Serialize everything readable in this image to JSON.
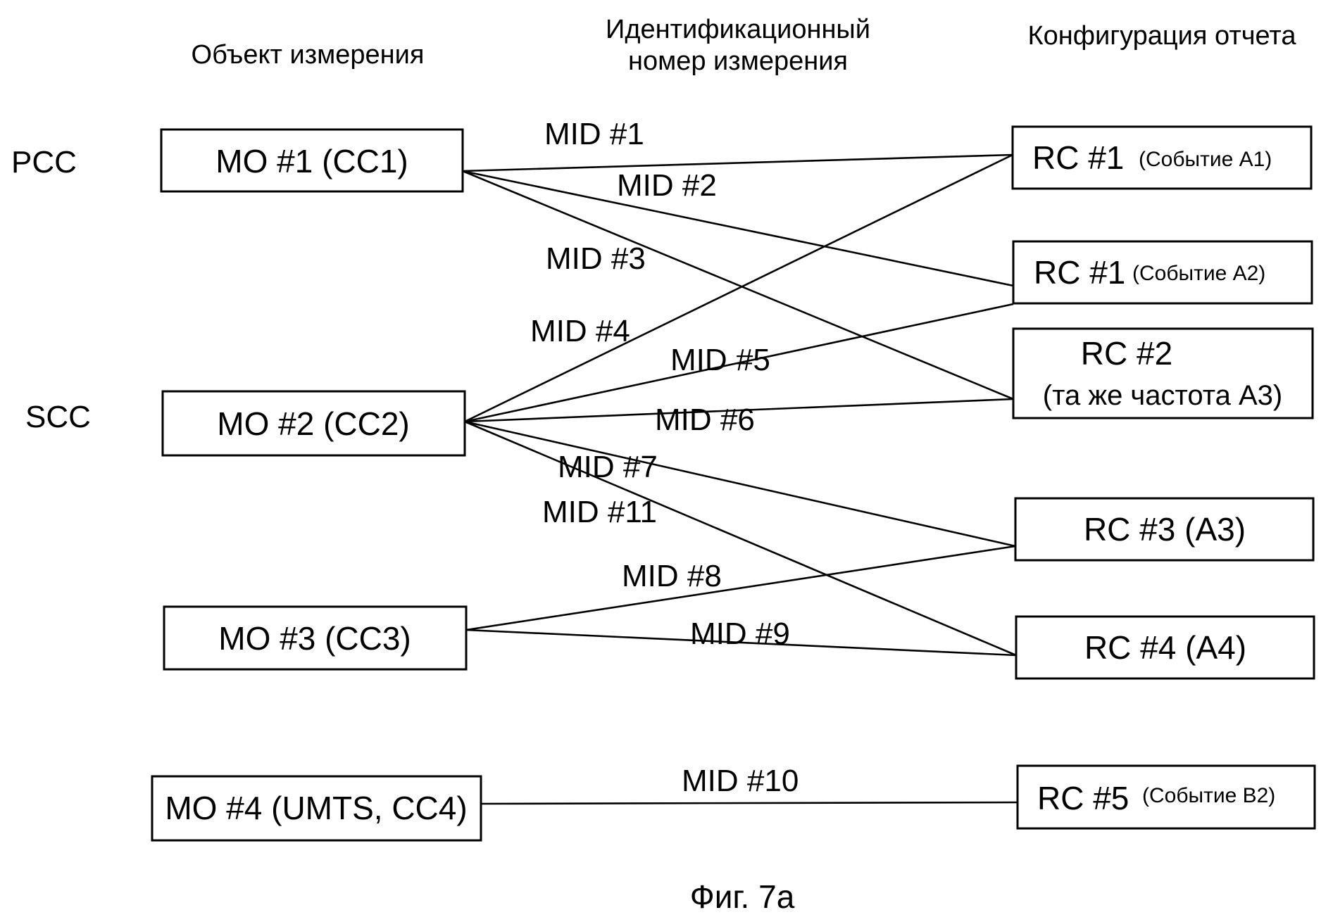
{
  "headers": {
    "measurement_object": "Объект измерения",
    "measurement_id_line1": "Идентификационный",
    "measurement_id_line2": "номер измерения",
    "report_config": "Конфигурация отчета"
  },
  "side_labels": {
    "pcc": "PCC",
    "scc": "SCC"
  },
  "measurement_objects": [
    {
      "id": "mo1",
      "label": "MO #1 (CC1)"
    },
    {
      "id": "mo2",
      "label": "MO #2 (CC2)"
    },
    {
      "id": "mo3",
      "label": "MO #3 (CC3)"
    },
    {
      "id": "mo4",
      "label": "MO #4 (UMTS, CC4)"
    }
  ],
  "report_configs": [
    {
      "id": "rc1a1",
      "label": "RC #1",
      "sub": "(Событие A1)"
    },
    {
      "id": "rc1a2",
      "label": "RC #1",
      "sub": "(Событие A2)"
    },
    {
      "id": "rc2",
      "label": "RC #2",
      "sub": "(та же частота A3)"
    },
    {
      "id": "rc3",
      "label": "RC #3 (A3)",
      "sub": ""
    },
    {
      "id": "rc4",
      "label": "RC #4 (A4)",
      "sub": ""
    },
    {
      "id": "rc5",
      "label": "RC #5",
      "sub": "(Событие B2)"
    }
  ],
  "links": [
    {
      "mid": "MID #1",
      "from": "mo1",
      "to": "rc1a1"
    },
    {
      "mid": "MID #2",
      "from": "mo1",
      "to": "rc1a2"
    },
    {
      "mid": "MID #3",
      "from": "mo1",
      "to": "rc2"
    },
    {
      "mid": "MID #4",
      "from": "mo2",
      "to": "rc1a1"
    },
    {
      "mid": "MID #5",
      "from": "mo2",
      "to": "rc1a2"
    },
    {
      "mid": "MID #6",
      "from": "mo2",
      "to": "rc2"
    },
    {
      "mid": "MID #7",
      "from": "mo2",
      "to": "rc3"
    },
    {
      "mid": "MID #11",
      "from": "mo2",
      "to": "rc4"
    },
    {
      "mid": "MID #8",
      "from": "mo3",
      "to": "rc3"
    },
    {
      "mid": "MID #9",
      "from": "mo3",
      "to": "rc4"
    },
    {
      "mid": "MID #10",
      "from": "mo4",
      "to": "rc5"
    }
  ],
  "caption": "Фиг. 7а"
}
